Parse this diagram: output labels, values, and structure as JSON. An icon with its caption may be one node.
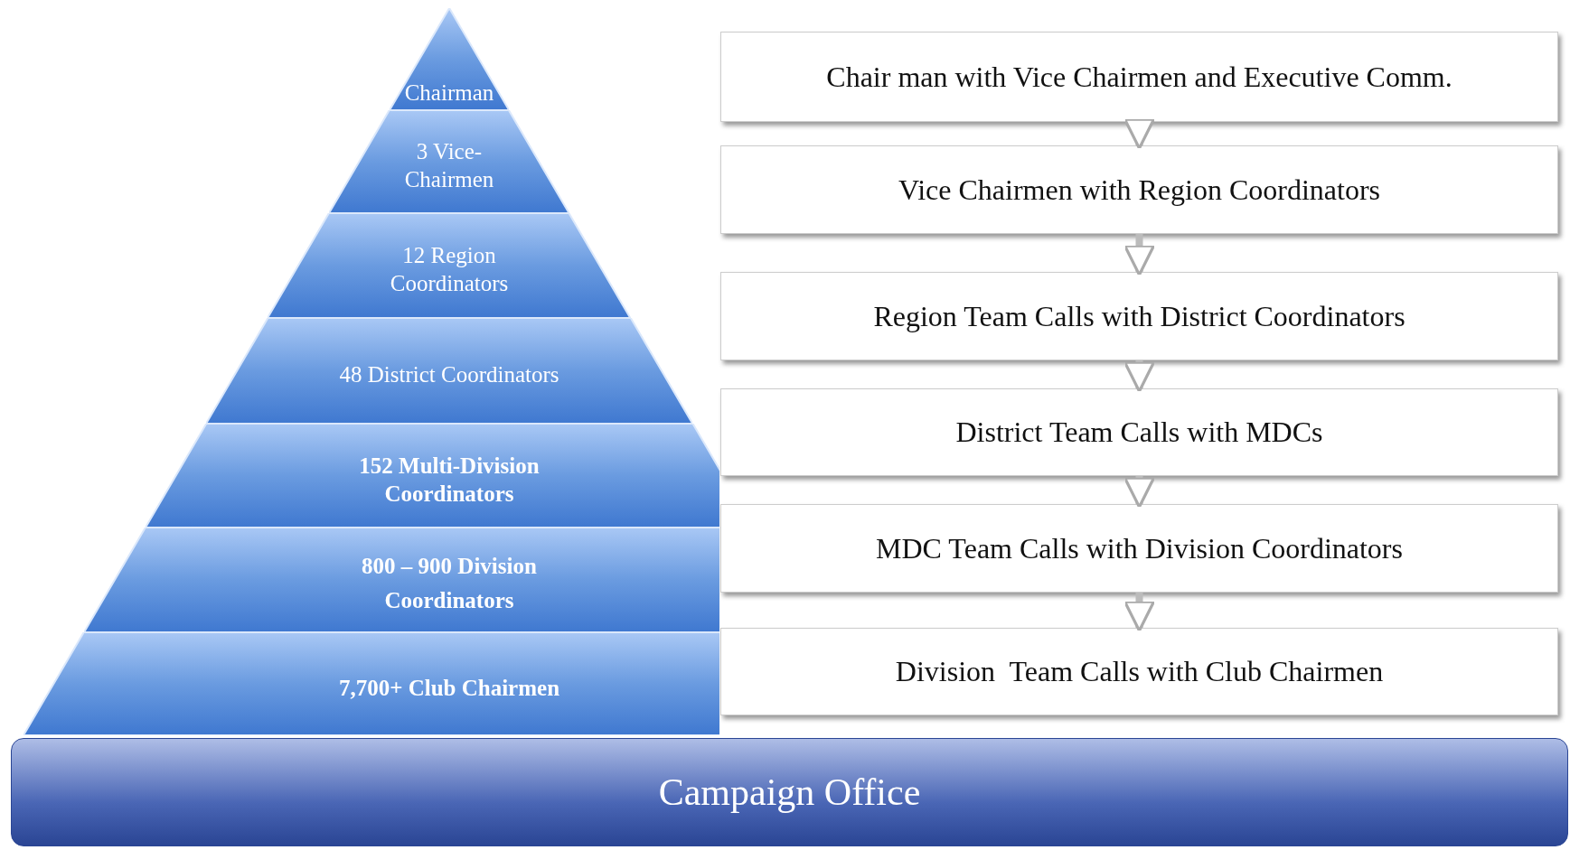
{
  "diagram": {
    "nodes": [
      {
        "text": [
          "Chairman"
        ]
      },
      {
        "text": [
          "3 Vice-Chairmen"
        ]
      },
      {
        "text": [
          "12 Region Coordinators"
        ]
      },
      {
        "text": [
          "48 District Coordinators"
        ]
      },
      {
        "text": [
          "152 Multi-Division Coordinators"
        ]
      },
      {
        "text": [
          "800 – 900 Division Coordinators"
        ]
      },
      {
        "text": [
          "7,700+ Club Chairmen"
        ]
      },
      {
        "text": [
          "Chair man with Vice Chairmen and Executive Comm."
        ]
      },
      {
        "text": [
          "Vice Chairmen with Region Coordinators"
        ]
      },
      {
        "text": [
          "Region Team Calls with District Coordinators"
        ]
      },
      {
        "text": [
          "District Team Calls with MDCs"
        ]
      },
      {
        "text": [
          "MDC Team Calls with Division Coordinators"
        ]
      },
      {
        "text": [
          "Division  Team Calls with Club Chairmen"
        ]
      },
      {
        "text": [
          "Campaign Office"
        ]
      }
    ],
    "edges": [
      {
        "from": 7,
        "to": 8,
        "arrow": "to"
      },
      {
        "from": 8,
        "to": 9,
        "arrow": "to"
      },
      {
        "from": 9,
        "to": 10,
        "arrow": "to"
      },
      {
        "from": 10,
        "to": 11,
        "arrow": "to"
      },
      {
        "from": 11,
        "to": 12,
        "arrow": "to"
      }
    ]
  }
}
